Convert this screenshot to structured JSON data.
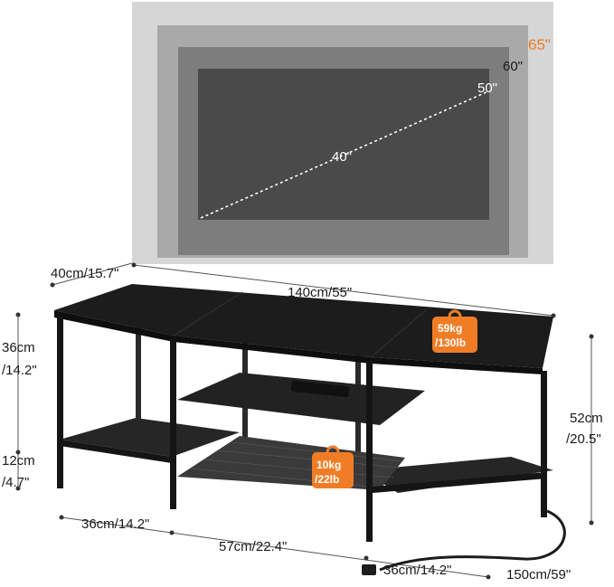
{
  "screen_sizes": {
    "s65": "65\"",
    "s60": "60\"",
    "s50": "50\"",
    "s40": "40\""
  },
  "dimensions": {
    "depth_top": "40cm/15.7\"",
    "width_total": "140cm/55\"",
    "left_upper_h1": "36cm",
    "left_upper_h2": "/14.2\"",
    "left_lower_h1": "12cm",
    "left_lower_h2": "/4.7\"",
    "right_h1": "52cm",
    "right_h2": "/20.5\"",
    "bottom_left": "36cm/14.2\"",
    "bottom_mid": "57cm/22.4\"",
    "bottom_right": "36cm/14.2\"",
    "cord": "150cm/59\""
  },
  "load_badges": {
    "top_line1": "59kg",
    "top_line2": "/130lb",
    "shelf_line1": "10kg",
    "shelf_line2": "/22lb"
  },
  "colors": {
    "accent": "#f07d26",
    "furniture": "#1c1c1c",
    "screen_65": "#d6d6d6",
    "screen_60": "#a9a9a9",
    "screen_50": "#7d7d7d",
    "screen_40": "#4a4a4a"
  }
}
